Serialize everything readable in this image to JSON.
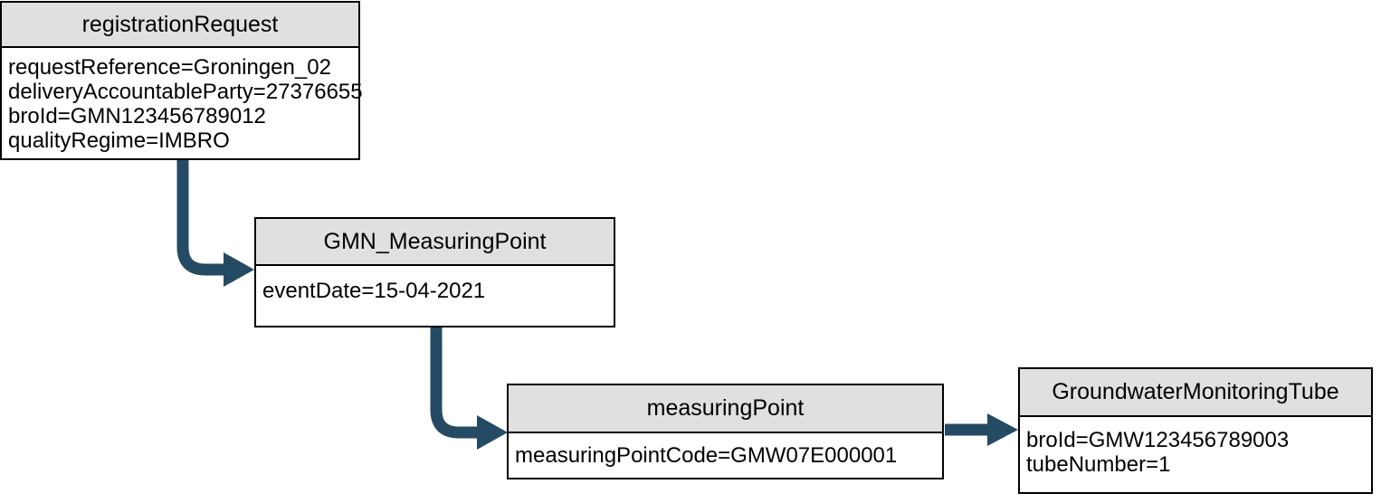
{
  "colors": {
    "arrow": "#254a63",
    "node_header_bg": "#e0e0e0",
    "node_border": "#000000",
    "text": "#000000",
    "background": "#ffffff"
  },
  "diagram": {
    "type": "object-diagram",
    "nodes": [
      {
        "title": "registrationRequest",
        "attributes": [
          "requestReference=Groningen_02",
          "deliveryAccountableParty=27376655",
          "broId=GMN123456789012",
          "qualityRegime=IMBRO"
        ]
      },
      {
        "title": "GMN_MeasuringPoint",
        "attributes": [
          "eventDate=15-04-2021"
        ]
      },
      {
        "title": "measuringPoint",
        "attributes": [
          "measuringPointCode=GMW07E000001"
        ]
      },
      {
        "title": "GroundwaterMonitoringTube",
        "attributes": [
          "broId=GMW123456789003",
          "tubeNumber=1"
        ]
      }
    ],
    "edges": [
      {
        "from": "registrationRequest",
        "to": "GMN_MeasuringPoint"
      },
      {
        "from": "GMN_MeasuringPoint",
        "to": "measuringPoint"
      },
      {
        "from": "measuringPoint",
        "to": "GroundwaterMonitoringTube"
      }
    ]
  }
}
